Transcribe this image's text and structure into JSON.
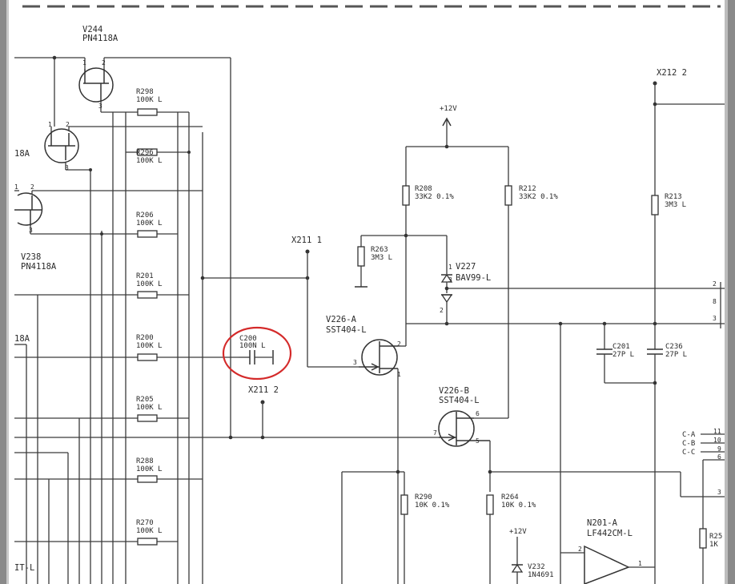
{
  "labels": {
    "v244_ref": "V244",
    "v244_part": "PN4118A",
    "left_18a_top": "18A",
    "v238_ref": "V238",
    "v238_part": "PN4118A",
    "left_18a_mid": "18A",
    "left_it_l": "IT-L",
    "x211_1": "X211 1",
    "x211_2": "X211 2",
    "x212_2": "X212 2",
    "supply_top": "+12V",
    "supply_bottom": "+12V",
    "v226a_ref": "V226-A",
    "v226a_part": "SST404-L",
    "v226b_ref": "V226-B",
    "v226b_part": "SST404-L",
    "v227_ref": "V227",
    "v227_part": "BAV99-L",
    "n201a_ref": "N201-A",
    "n201a_part": "LF442CM-L",
    "v232_ref": "V232",
    "v232_part": "1N4691",
    "c_a": "C-A",
    "c_b": "C-B",
    "c_c": "C-C"
  },
  "resistors_left": [
    {
      "ref": "R298",
      "value": "100K L"
    },
    {
      "ref": "R296",
      "value": "100K L"
    },
    {
      "ref": "R206",
      "value": "100K L"
    },
    {
      "ref": "R201",
      "value": "100K L"
    },
    {
      "ref": "R200",
      "value": "100K L"
    },
    {
      "ref": "R205",
      "value": "100K L"
    },
    {
      "ref": "R288",
      "value": "100K L"
    },
    {
      "ref": "R270",
      "value": "100K L"
    }
  ],
  "components": {
    "c200_ref": "C200",
    "c200_value": "100N L",
    "r208_ref": "R208",
    "r208_value": "33K2 0.1%",
    "r212_ref": "R212",
    "r212_value": "33K2 0.1%",
    "r263_ref": "R263",
    "r263_value": "3M3 L",
    "r213_ref": "R213",
    "r213_value": "3M3 L",
    "c201_ref": "C201",
    "c201_value": "27P L",
    "c236_ref": "C236",
    "c236_value": "27P L",
    "r290_ref": "R290",
    "r290_value": "10K 0.1%",
    "r264_ref": "R264",
    "r264_value": "10K 0.1%",
    "r25_ref": "R25",
    "r25_value": "1K"
  },
  "pins": {
    "p1": "1",
    "p2": "2",
    "p3": "3",
    "p5": "5",
    "p6": "6",
    "p7": "7",
    "p8": "8",
    "p9": "9",
    "p10": "10",
    "p11": "11"
  },
  "annotation": {
    "color": "#d42a2a",
    "target": "C200"
  }
}
